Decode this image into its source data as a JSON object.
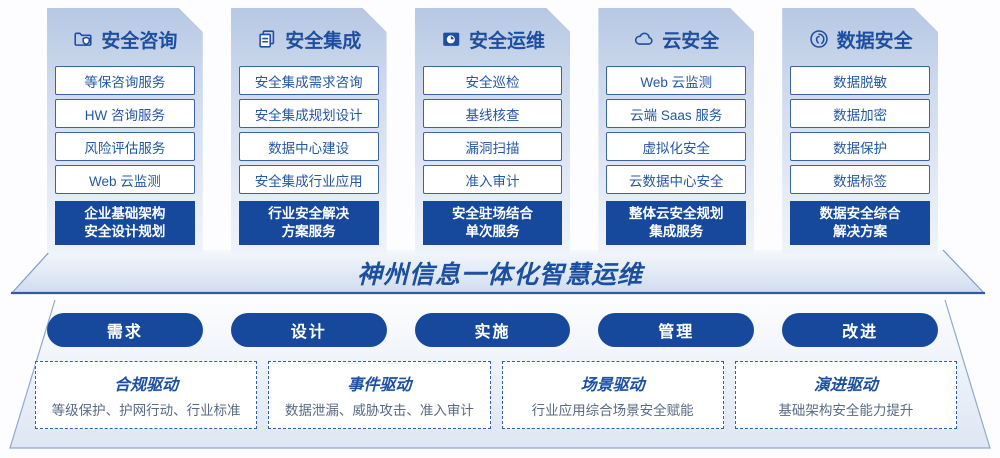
{
  "colors": {
    "primary_blue": "#16499C",
    "title_text": "#1D4FA0",
    "box_border": "#3A62A6",
    "box_text": "#2457A5",
    "driver_desc_text": "#5A6A85",
    "card_gradient_top": "#B7C8E4",
    "card_gradient_bottom": "#EFF3FA"
  },
  "columns": [
    {
      "icon": "folder-shield-icon",
      "title": "安全咨询",
      "items": [
        "等保咨询服务",
        "HW 咨询服务",
        "风险评估服务",
        "Web 云监测"
      ],
      "highlight": [
        "企业基础架构",
        "安全设计规划"
      ]
    },
    {
      "icon": "documents-icon",
      "title": "安全集成",
      "items": [
        "安全集成需求咨询",
        "安全集成规划设计",
        "数据中心建设",
        "安全集成行业应用"
      ],
      "highlight": [
        "行业安全解决",
        "方案服务"
      ]
    },
    {
      "icon": "folder-clock-icon",
      "title": "安全运维",
      "items": [
        "安全巡检",
        "基线核查",
        "漏洞扫描",
        "准入审计"
      ],
      "highlight": [
        "安全驻场结合",
        "单次服务"
      ]
    },
    {
      "icon": "cloud-icon",
      "title": "云安全",
      "items": [
        "Web 云监测",
        "云端 Saas 服务",
        "虚拟化安全",
        "云数据中心安全"
      ],
      "highlight": [
        "整体云安全规划",
        "集成服务"
      ]
    },
    {
      "icon": "fingerprint-icon",
      "title": "数据安全",
      "items": [
        "数据脱敏",
        "数据加密",
        "数据保护",
        "数据标签"
      ],
      "highlight": [
        "数据安全综合",
        "解决方案"
      ]
    }
  ],
  "banner": {
    "title": "神州信息一体化智慧运维"
  },
  "phases": [
    {
      "label": "需求"
    },
    {
      "label": "设计"
    },
    {
      "label": "实施"
    },
    {
      "label": "管理"
    },
    {
      "label": "改进"
    }
  ],
  "drivers": [
    {
      "title": "合规驱动",
      "desc": "等级保护、护网行动、行业标准"
    },
    {
      "title": "事件驱动",
      "desc": "数据泄漏、威胁攻击、准入审计"
    },
    {
      "title": "场景驱动",
      "desc": "行业应用综合场景安全赋能"
    },
    {
      "title": "演进驱动",
      "desc": "基础架构安全能力提升"
    }
  ]
}
